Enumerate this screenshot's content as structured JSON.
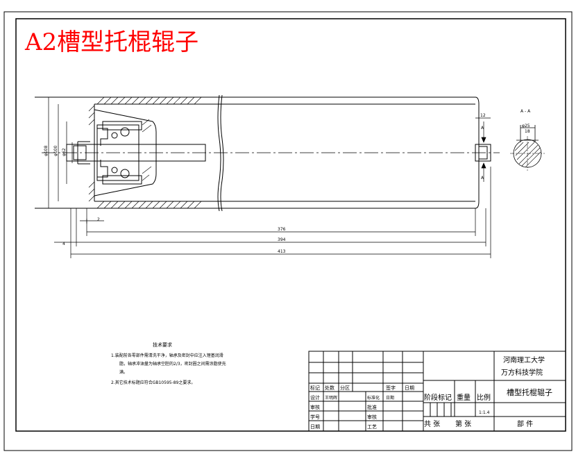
{
  "title": "A2槽型托棍辊子",
  "colors": {
    "title": "#ff0000",
    "line": "#000000",
    "hatch": "#000000",
    "background": "#ffffff"
  },
  "dimensions": {
    "d_outer": "φ108",
    "d_inner1": "φ100",
    "d_inner2": "φ62",
    "d_shaft": "φ25",
    "len_376": "376",
    "len_394": "394",
    "len_413": "413",
    "small_4": "4",
    "small_2": "2",
    "right_12": "12",
    "right_a": "A",
    "section_label": "A - A",
    "section_width": "18",
    "section_dia": "φ25"
  },
  "tech": {
    "heading": "技术要求",
    "line1": "1.装配前各零部件需清洗干净，轴承及密封中应注入锂基润滑",
    "line2": "脂，轴承冲油量为轴承空腔的2/3，密封圈之间需涂脂使充",
    "line3": "满。",
    "line4": "2.其它技术标题应符合GB10595-89之要求。"
  },
  "title_block": {
    "headers": [
      "标记",
      "处数",
      "分区",
      "签字",
      "日期"
    ],
    "rows": [
      [
        "设计",
        "王明辉",
        "标准化",
        "日期"
      ],
      [
        "审核",
        "",
        "批准",
        ""
      ],
      [
        "学号",
        "",
        "审核",
        ""
      ],
      [
        "日期",
        "",
        "工艺",
        ""
      ]
    ],
    "school1": "河南理工大学",
    "school2": "万方科技学院",
    "stage_label": "阶段标记",
    "weight_label": "重量",
    "scale_label": "比例",
    "scale_value": "1:1.4",
    "drawing_name": "槽型托棍辊子",
    "total_sheets": "共   张",
    "sheet_no": "第   张",
    "part_label": "部    件"
  }
}
